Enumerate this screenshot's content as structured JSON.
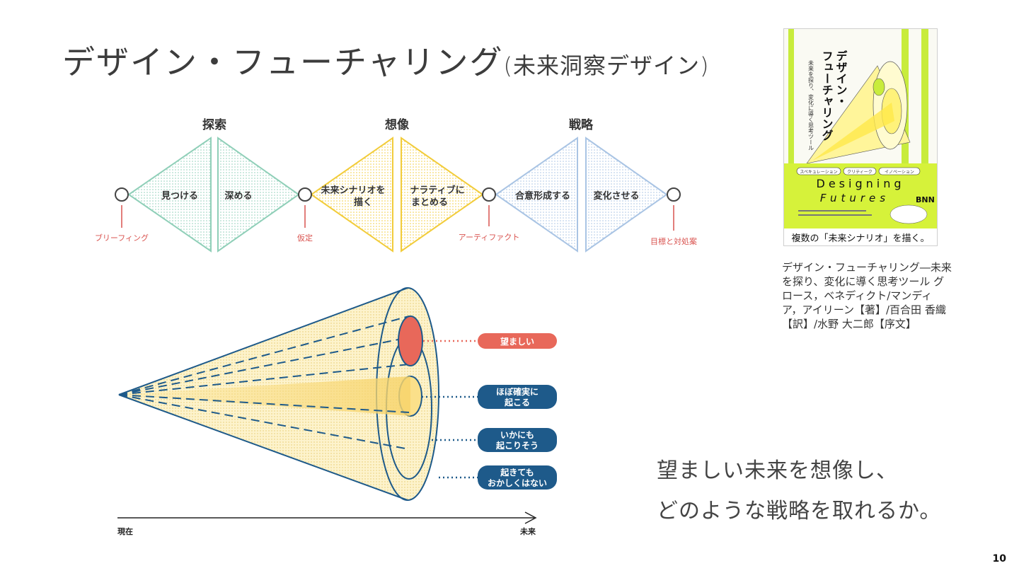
{
  "slide": {
    "title": "デザイン・フューチャリング",
    "title_sub": "(未来洞察デザイン)",
    "page_number": "10"
  },
  "process": {
    "phases": [
      "探索",
      "想像",
      "戦略"
    ],
    "triangles": [
      "見つける",
      "深める",
      "未来シナリオを",
      "描く",
      "ナラティブに",
      "まとめる",
      "合意形成する",
      "変化させる"
    ],
    "milestones": [
      "ブリーフィング",
      "仮定",
      "アーティファクト",
      "目標と対処案"
    ],
    "colors": {
      "explore": "#8fcfb8",
      "imagine": "#f2cc3a",
      "strategy": "#a9c4e4",
      "milestone": "#d9534f"
    }
  },
  "cone": {
    "labels": [
      "望ましい",
      "ほぼ確実に",
      "起こる",
      "いかにも",
      "起こりそう",
      "起きても",
      "おかしくはない"
    ],
    "axis_start": "現在",
    "axis_end": "未来",
    "colors": {
      "desirable": "#e8685a",
      "label_blue": "#1e5a8a",
      "cone_fill": "#fbe9a6",
      "outline": "#1e5a8a"
    }
  },
  "book": {
    "cover_title_lines": [
      "デザイン・",
      "フューチャリング"
    ],
    "cover_subtitle": "未来を探り、変化に導く思考ツール",
    "cover_tags": [
      "スペキュレーション",
      "クリティーク",
      "イノベーション"
    ],
    "cover_en_lines": [
      "Designing",
      "Futures"
    ],
    "cover_publisher": "BNN",
    "cover_tagline": "複数の「未来シナリオ」を描く。",
    "caption": "デザイン・フューチャリング―未来を探り、変化に導く思考ツール グロース，ベネディクト/マンディア，アイリーン【著】/百合田 香織【訳】/水野 大二郎【序文】"
  },
  "message": {
    "line1": "望ましい未来を想像し、",
    "line2": "どのような戦略を取れるか。"
  }
}
